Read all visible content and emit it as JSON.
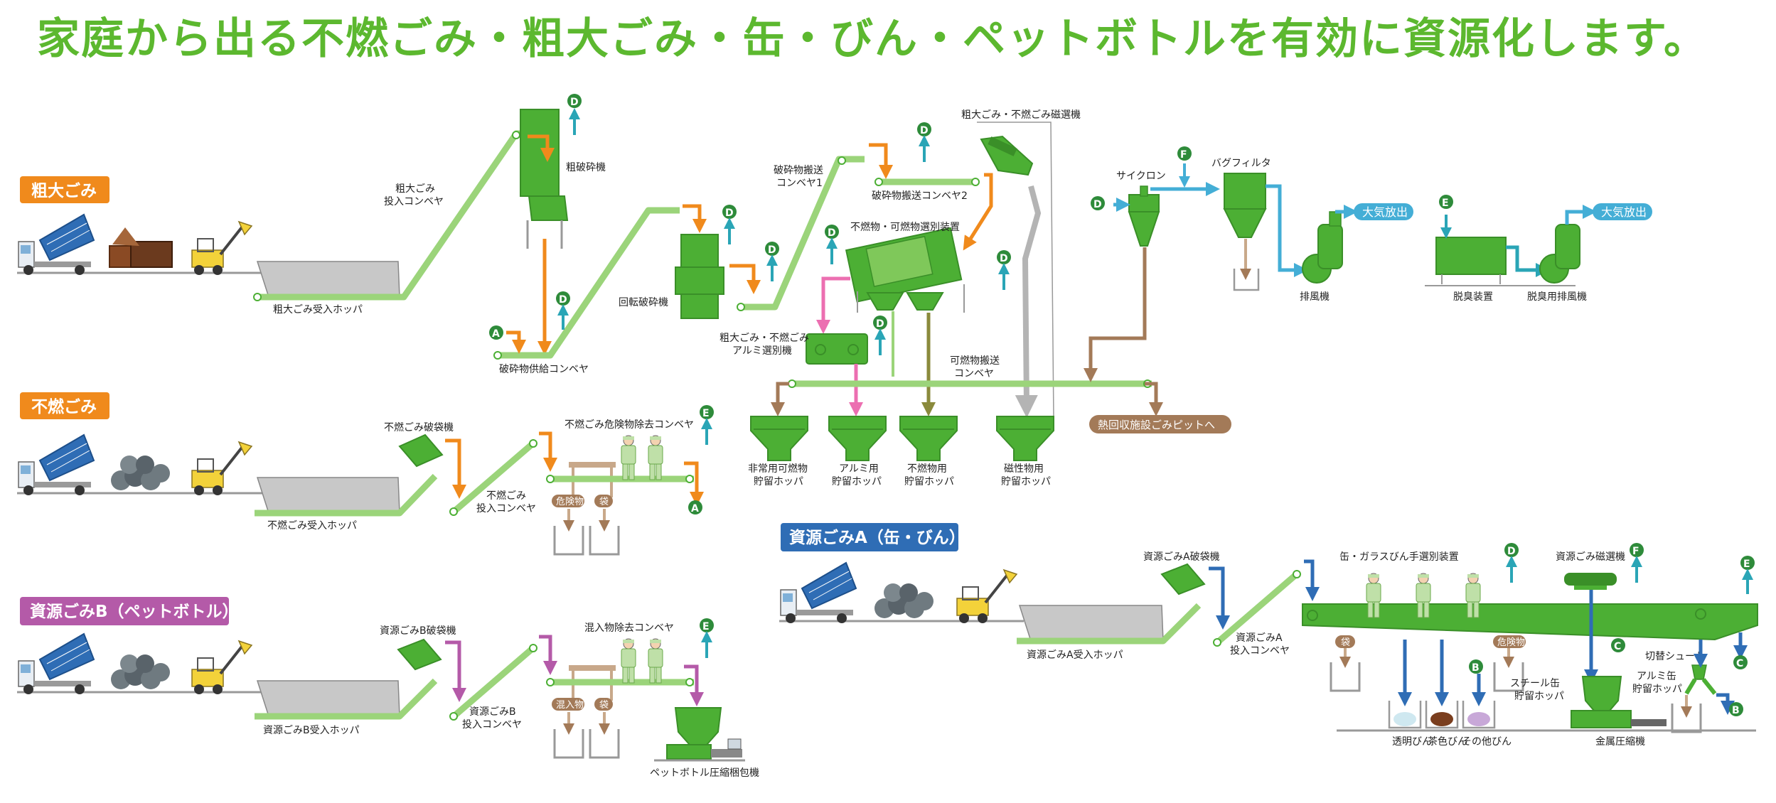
{
  "title": "家庭から出る不燃ごみ・粗大ごみ・缶・びん・ペットボトルを有効に資源化します。",
  "colors": {
    "machine": "#4caf34",
    "machine_dark": "#3a8f28",
    "conveyor": "#9bd47a",
    "arrow_orange": "#f08a1c",
    "arrow_purple": "#b45aa8",
    "arrow_blue": "#2f6db5",
    "arrow_brown": "#a37a58",
    "arrow_pink": "#ec6fb1",
    "arrow_gray": "#b4b4b4",
    "arrow_olive": "#8a8a3c",
    "air_blue": "#44aed6",
    "sodai": "#f08a1c",
    "funen": "#f08a1c",
    "shigen_a": "#2f6db5",
    "shigen_b": "#b45aa8"
  },
  "sections": {
    "sodai": "粗大ごみ",
    "funen": "不燃ごみ",
    "shigen_b": "資源ごみB（ペットボトル）",
    "shigen_a": "資源ごみA（缶・びん）"
  },
  "labels": {
    "sodai_hopper": "粗大ごみ受入ホッパ",
    "sodai_conveyor_1": "粗大ごみ",
    "sodai_conveyor_2": "投入コンベヤ",
    "coarse_crusher": "粗破砕機",
    "crush_feed_conveyor": "破砕物供給コンベヤ",
    "rotary_crusher": "回転破砕機",
    "crush_conv1_1": "破砕物搬送",
    "crush_conv1_2": "コンベヤ1",
    "crush_conv2": "破砕物搬送コンベヤ2",
    "magnet_sep": "粗大ごみ・不燃ごみ磁選機",
    "combustible_sep": "不燃物・可燃物選別装置",
    "alu_sep_1": "粗大ごみ・不燃ごみ",
    "alu_sep_2": "アルミ選別機",
    "combustible_conv_1": "可燃物搬送",
    "combustible_conv_2": "コンベヤ",
    "cyclone": "サイクロン",
    "bag_filter": "バグフィルタ",
    "exhaust_fan": "排風機",
    "release": "大気放出",
    "deodorizer": "脱臭装置",
    "deodor_fan": "脱臭用排風機",
    "hopper_emergency_1": "非常用可燃物",
    "hopper_emergency_2": "貯留ホッパ",
    "hopper_alu_1": "アルミ用",
    "hopper_alu_2": "貯留ホッパ",
    "hopper_incomb_1": "不燃物用",
    "hopper_incomb_2": "貯留ホッパ",
    "hopper_mag_1": "磁性物用",
    "hopper_mag_2": "貯留ホッパ",
    "heat_pit": "熱回収施設ごみピットへ",
    "funen_bag_breaker": "不燃ごみ破袋機",
    "funen_hazard_conv": "不燃ごみ危険物除去コンベヤ",
    "funen_in_conv_1": "不燃ごみ",
    "funen_in_conv_2": "投入コンベヤ",
    "funen_hopper": "不燃ごみ受入ホッパ",
    "tag_hazard": "危険物",
    "tag_bag": "袋",
    "tag_mixed": "混入物",
    "b_bag_breaker": "資源ごみB破袋機",
    "b_mix_conv": "混入物除去コンベヤ",
    "b_in_conv_1": "資源ごみB",
    "b_in_conv_2": "投入コンベヤ",
    "b_hopper": "資源ごみB受入ホッパ",
    "pet_baler": "ペットボトル圧縮梱包機",
    "a_bag_breaker": "資源ごみA破袋機",
    "a_in_conv_1": "資源ごみA",
    "a_in_conv_2": "投入コンベヤ",
    "a_hopper": "資源ごみA受入ホッパ",
    "a_hand_sort": "缶・ガラスびん手選別装置",
    "a_magnet": "資源ごみ磁選機",
    "steel_hopper_1": "スチール缶",
    "steel_hopper_2": "貯留ホッパ",
    "alu_can_hopper_1": "アルミ缶",
    "alu_can_hopper_2": "貯留ホッパ",
    "switch_chute": "切替シュート",
    "metal_press": "金属圧縮機",
    "clear_bottle": "透明びん",
    "brown_bottle": "茶色びん",
    "other_bottle": "その他びん"
  },
  "markers": {
    "A": "A",
    "B": "B",
    "C": "C",
    "D": "D",
    "E": "E",
    "F": "F"
  }
}
